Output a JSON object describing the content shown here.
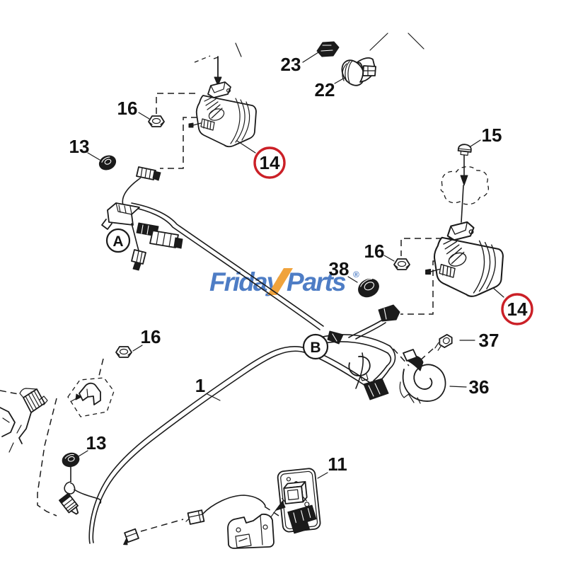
{
  "diagram": {
    "watermark": {
      "first": "Friday",
      "second": "Parts",
      "registered": "®"
    },
    "colors": {
      "line": "#1b1b1b",
      "callout_red": "#cb2027",
      "brand_blue": "#4e7dc5",
      "brand_orange": "#f0a33c",
      "background": "#ffffff"
    },
    "callouts": [
      {
        "text": "16",
        "circled": "none"
      },
      {
        "text": "13",
        "circled": "none"
      },
      {
        "text": "A",
        "circled": "black"
      },
      {
        "text": "14",
        "circled": "red"
      },
      {
        "text": "23",
        "circled": "none"
      },
      {
        "text": "22",
        "circled": "none"
      },
      {
        "text": "15",
        "circled": "none"
      },
      {
        "text": "16",
        "circled": "none"
      },
      {
        "text": "14",
        "circled": "red"
      },
      {
        "text": "38",
        "circled": "none"
      },
      {
        "text": "B",
        "circled": "black"
      },
      {
        "text": "37",
        "circled": "none"
      },
      {
        "text": "36",
        "circled": "none"
      },
      {
        "text": "16",
        "circled": "none"
      },
      {
        "text": "13",
        "circled": "none"
      },
      {
        "text": "1",
        "circled": "none"
      },
      {
        "text": "11",
        "circled": "none"
      }
    ]
  }
}
